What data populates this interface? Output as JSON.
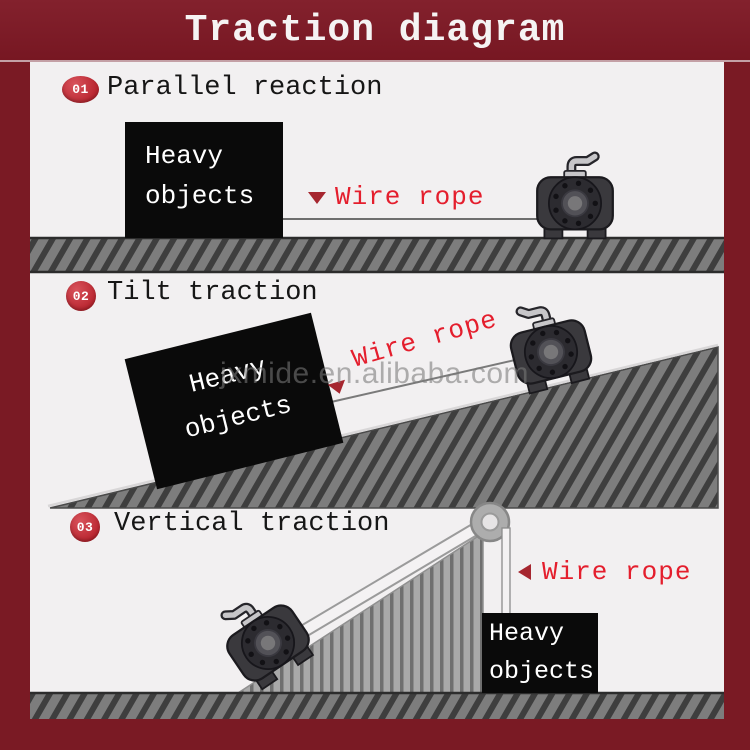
{
  "title": "Traction diagram",
  "watermark": "jxmide.en.alibaba.com",
  "colors": {
    "frame_maroon": "#7a1a24",
    "rope_label_red": "#e41e2d",
    "badge_red": "#c23038",
    "pointer_red": "#a6262f",
    "canvas_bg": "#f2f0f1",
    "ground_gray": "#7d7d7d",
    "ground_stripe": "#3e3e3e"
  },
  "sections": [
    {
      "badge": "01",
      "heading": "Parallel reaction",
      "object_line1": "Heavy",
      "object_line2": "objects",
      "rope_label": "Wire rope"
    },
    {
      "badge": "02",
      "heading": "Tilt traction",
      "object_line1": "Heavy",
      "object_line2": "objects",
      "rope_label": "Wire rope"
    },
    {
      "badge": "03",
      "heading": "Vertical traction",
      "object_line1": "Heavy",
      "object_line2": "objects",
      "rope_label": "Wire rope"
    }
  ]
}
